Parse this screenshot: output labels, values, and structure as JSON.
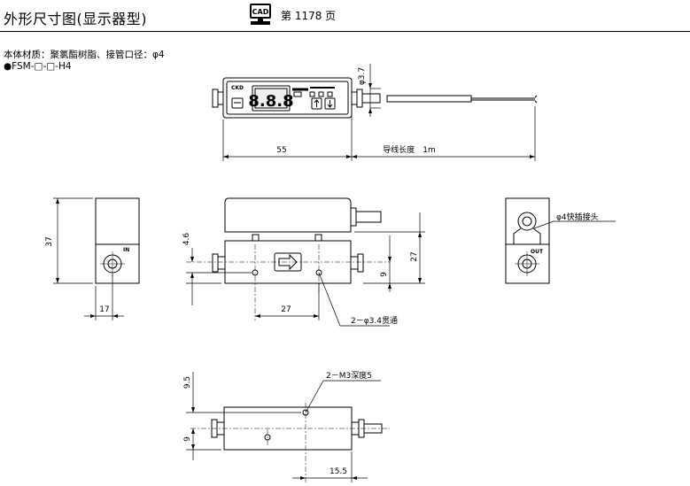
{
  "header": {
    "title": "外形尺寸图(显示器型)",
    "cad_badge": "CAD",
    "page_ref": "第 1178 页"
  },
  "spec": {
    "material_note": "本体材质：聚氯酯树脂、接管口径：φ4",
    "model": "●FSM-□-□-H4"
  },
  "front_view": {
    "brand": "CKD",
    "digits": "8.8.8",
    "dim_width": "55",
    "dim_tube_dia": "φ3.7",
    "lead_wire": "导线长度　1m"
  },
  "left_view": {
    "port_label": "IN",
    "dim_height": "37",
    "dim_width": "17"
  },
  "top_view": {
    "dim_4_6": "4.6",
    "dim_27_h": "27",
    "dim_9": "9",
    "dim_27_v": "27",
    "hole_note": "2－φ3.4贯通"
  },
  "right_view": {
    "port_label": "OUT",
    "fitting_note": "φ4快插接头"
  },
  "bottom_view": {
    "dim_9_5": "9.5",
    "dim_9": "9",
    "dim_15_5": "15.5",
    "thread_note": "2－M3深度5"
  }
}
